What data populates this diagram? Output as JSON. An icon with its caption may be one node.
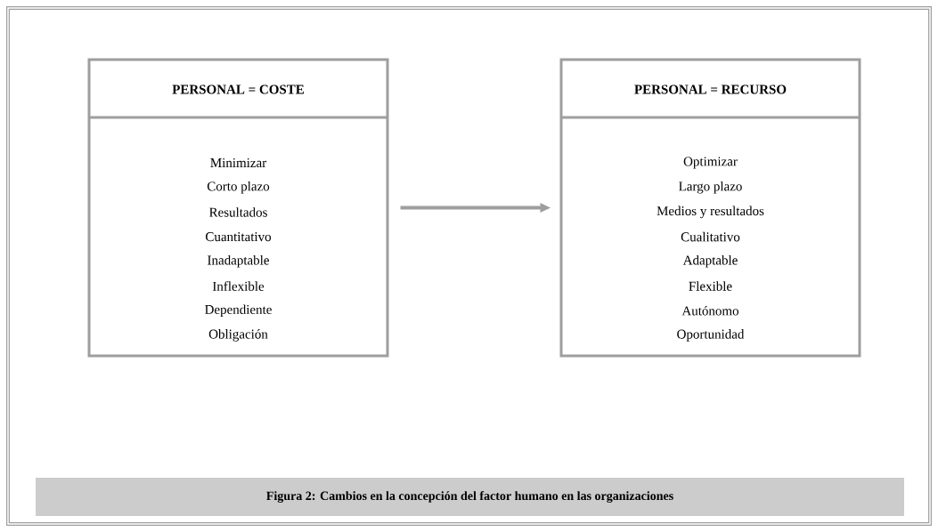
{
  "diagram": {
    "caption": "Figura 2: Cambios en la concepción del factor humano en las organizaciones",
    "nodes": [
      {
        "text": [
          "PERSONAL = COSTE",
          "Minimizar",
          "Corto plazo",
          "Resultados",
          "Cuantitativo",
          "Inadaptable",
          "Inflexible",
          "Dependiente",
          "Obligación"
        ]
      },
      {
        "text": [
          "PERSONAL = RECURSO",
          "Optimizar",
          "Largo plazo",
          "Medios y resultados",
          "Cualitativo",
          "Adaptable",
          "Flexible",
          "Autónomo",
          "Oportunidad"
        ]
      }
    ],
    "edges": [
      {
        "from": 0,
        "to": 1,
        "arrow": "to"
      }
    ]
  }
}
